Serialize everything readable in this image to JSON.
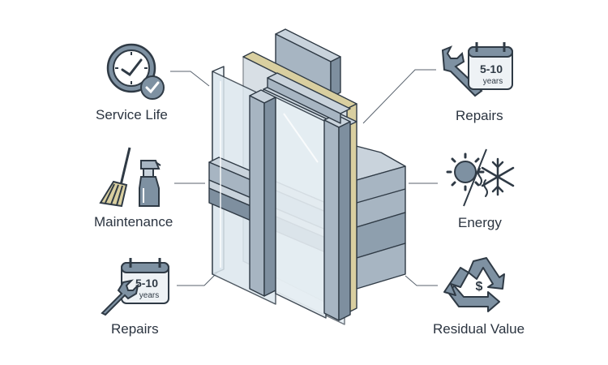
{
  "labels": {
    "service_life": "Service Life",
    "maintenance": "Maintenance",
    "repairs_left": "Repairs",
    "repairs_right": "Repairs",
    "energy": "Energy",
    "residual_value": "Residual Value"
  },
  "calendar": {
    "range": "5-10",
    "unit": "years"
  },
  "recycle_symbol": "$",
  "colors": {
    "stroke": "#2f3a45",
    "icon_fill": "#7e91a2",
    "frame_light": "#c9d3dc",
    "frame_mid": "#a7b5c2",
    "frame_dark": "#7e8f9f",
    "glass": "#dce7ee",
    "insulation": "#d9cfa0",
    "calendar_face": "#eef2f5"
  }
}
